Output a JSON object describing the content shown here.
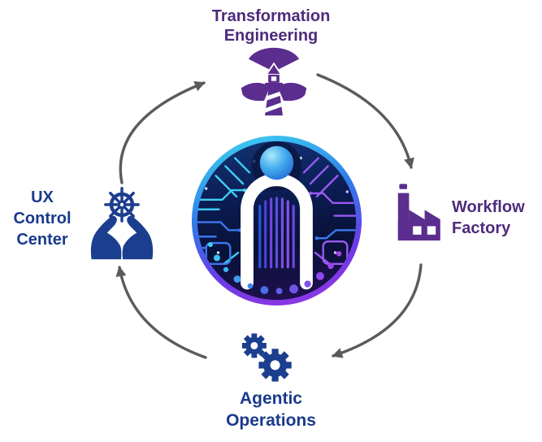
{
  "colors": {
    "background": "#FFFFFF",
    "purple-text": "#4E2B7C",
    "purple-icon": "#5B2D8E",
    "navy-text": "#1A3A8C",
    "navy-icon": "#1C3E8F",
    "arrow": "#5B5B5D",
    "logo-rim-top": "#3EC9F0",
    "logo-rim-bottom": "#9036E0",
    "logo-bg": "#0A1540",
    "logo-trace-cyan": "#3FD0F5",
    "logo-trace-blue": "#3E77F0",
    "logo-trace-purple": "#9B59F5",
    "logo-arch": "#FFFFFF",
    "logo-ball-top": "#A8E9FC",
    "logo-ball-bottom": "#1C55C8"
  },
  "diagram": {
    "type": "cycle",
    "direction": "clockwise",
    "arrows": {
      "count": 4,
      "color": "#5B5B5D",
      "style": "curved with triangular arrowheads"
    },
    "center": {
      "name": "circuit-emblem-logo",
      "description": "Circular circuit-board emblem: dark navy interior with cyan/blue/purple traces, white arch monogram with blue orb above it, dotted arc along the bottom, cyan-to-purple gradient rim"
    },
    "nodes": [
      {
        "id": "transformation-engineering",
        "position": "top",
        "icon": "lighthouse-icon",
        "lines": [
          "Transformation",
          "Engineering"
        ]
      },
      {
        "id": "workflow-factory",
        "position": "right",
        "icon": "factory-icon",
        "lines": [
          "Workflow",
          "Factory"
        ]
      },
      {
        "id": "agentic-operations",
        "position": "bottom",
        "icon": "gears-icon",
        "lines": [
          "Agentic",
          "Operations"
        ]
      },
      {
        "id": "ux-control-center",
        "position": "left",
        "icon": "hands-helm-icon",
        "lines": [
          "UX",
          "Control",
          "Center"
        ]
      }
    ]
  }
}
